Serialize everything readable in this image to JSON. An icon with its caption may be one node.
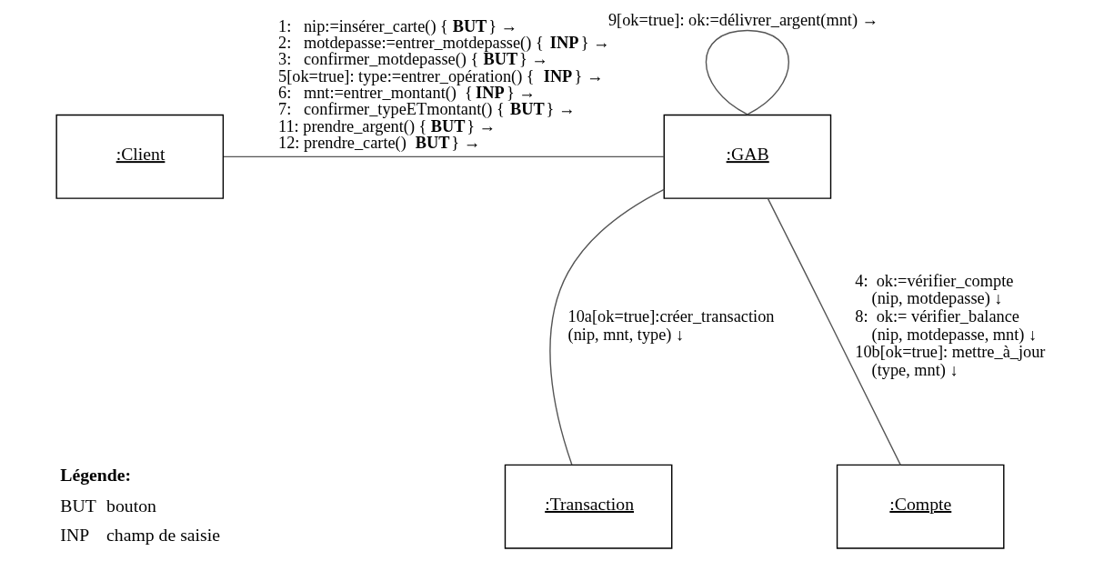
{
  "diagram": {
    "nodes": [
      {
        "text": [
          ":Client"
        ]
      },
      {
        "text": [
          ":GAB"
        ]
      },
      {
        "text": [
          ":Transaction"
        ]
      },
      {
        "text": [
          ":Compte"
        ]
      }
    ],
    "edges": [
      {
        "from": 0,
        "to": 1,
        "arrow": "none",
        "label": [
          "1:   nip:=insérer_carte() {**BUT**} →",
          "2:   motdepasse:=entrer_motdepasse() {**INP**} →",
          "3:   confirmer_motdepasse() {**BUT**} →",
          "5[ok=true]: type:=entrer_opération() {**INP**} →",
          "6:   mnt:=entrer_montant()  {**INP**} →",
          "7:   confirmer_typeETmontant() {**BUT**} →",
          "11: prendre_argent() {**BUT**} →",
          "12: prendre_carte() **BUT**} →"
        ]
      },
      {
        "from": 1,
        "to": 1,
        "arrow": "none",
        "label": [
          "9[ok=true]: ok:=délivrer_argent(mnt) →"
        ]
      },
      {
        "from": 1,
        "to": 2,
        "arrow": "none",
        "label": [
          "10a[ok=true]:créer_transaction",
          "(nip, mnt, type) ↓"
        ]
      },
      {
        "from": 1,
        "to": 3,
        "arrow": "none",
        "label": [
          "4:  ok:=vérifier_compte",
          "     (nip, motdepasse) ↓",
          "8:  ok:= vérifier_balance",
          "     (nip, motdepasse, mnt) ↓",
          "10b[ok=true]: mettre_à_jour",
          "     (type, mnt) ↓"
        ]
      }
    ],
    "labels": [
      "**Légende:**",
      "BUT",
      "bouton",
      "INP",
      "champ de saisie"
    ]
  }
}
